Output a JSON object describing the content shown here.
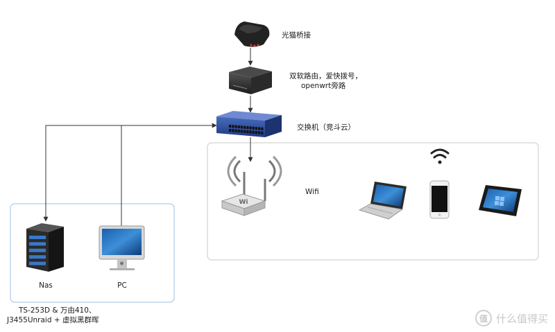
{
  "nodes": {
    "modem": {
      "label": "光猫桥接"
    },
    "router": {
      "line1": "双软路由，爱快拨号，",
      "line2": "openwrt旁路"
    },
    "switch": {
      "label": "交换机（竞斗云）"
    },
    "wifi": {
      "label": "Wifi"
    },
    "nas": {
      "label": "Nas",
      "desc_line1": "TS-253D & 万由410、",
      "desc_line2": "J3455Unraid + 虚拟黑群晖"
    },
    "pc": {
      "label": "PC"
    }
  },
  "watermark": {
    "badge": "值",
    "text": "什么值得买"
  },
  "colors": {
    "line": "#333333",
    "group_border_left": "#9cc0de",
    "group_border_right": "#c8c8c8",
    "switch_blue": "#2c4a93"
  }
}
